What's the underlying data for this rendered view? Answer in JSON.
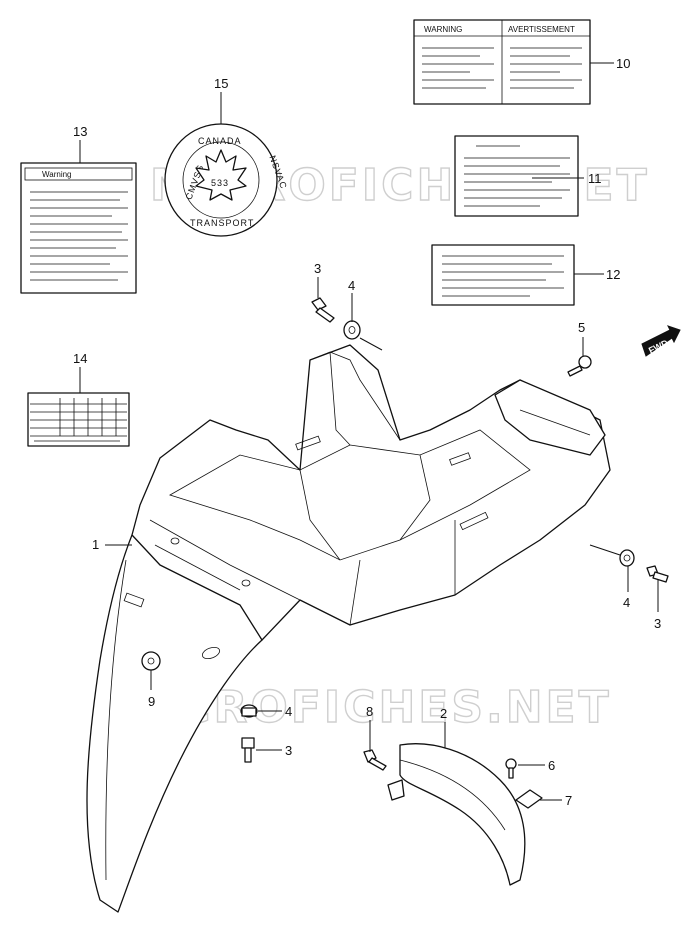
{
  "watermark": {
    "text": "MICROFICHES.NET"
  },
  "labels": {
    "warning_en": "WARNING",
    "warning_en_small": "Warning",
    "warning_fr": "AVERTISSEMENT",
    "seal_ring": "CANADA · NSVAC · TRANSPORT · CMVSS",
    "seal_canada": "CANADA",
    "seal_transport": "TRANSPORT",
    "seal_cmvss": "CMVSS",
    "seal_nsvac": "NSVAC",
    "seal_number": "533",
    "fwd_tag": "FWD"
  },
  "callouts": {
    "p1": "1",
    "p2": "2",
    "p3a": "3",
    "p3b": "3",
    "p3c": "3",
    "p4a": "4",
    "p4b": "4",
    "p4c": "4",
    "p5": "5",
    "p6": "6",
    "p7": "7",
    "p8": "8",
    "p9": "9",
    "p10": "10",
    "p11": "11",
    "p12": "12",
    "p13": "13",
    "p14": "14",
    "p15": "15"
  }
}
